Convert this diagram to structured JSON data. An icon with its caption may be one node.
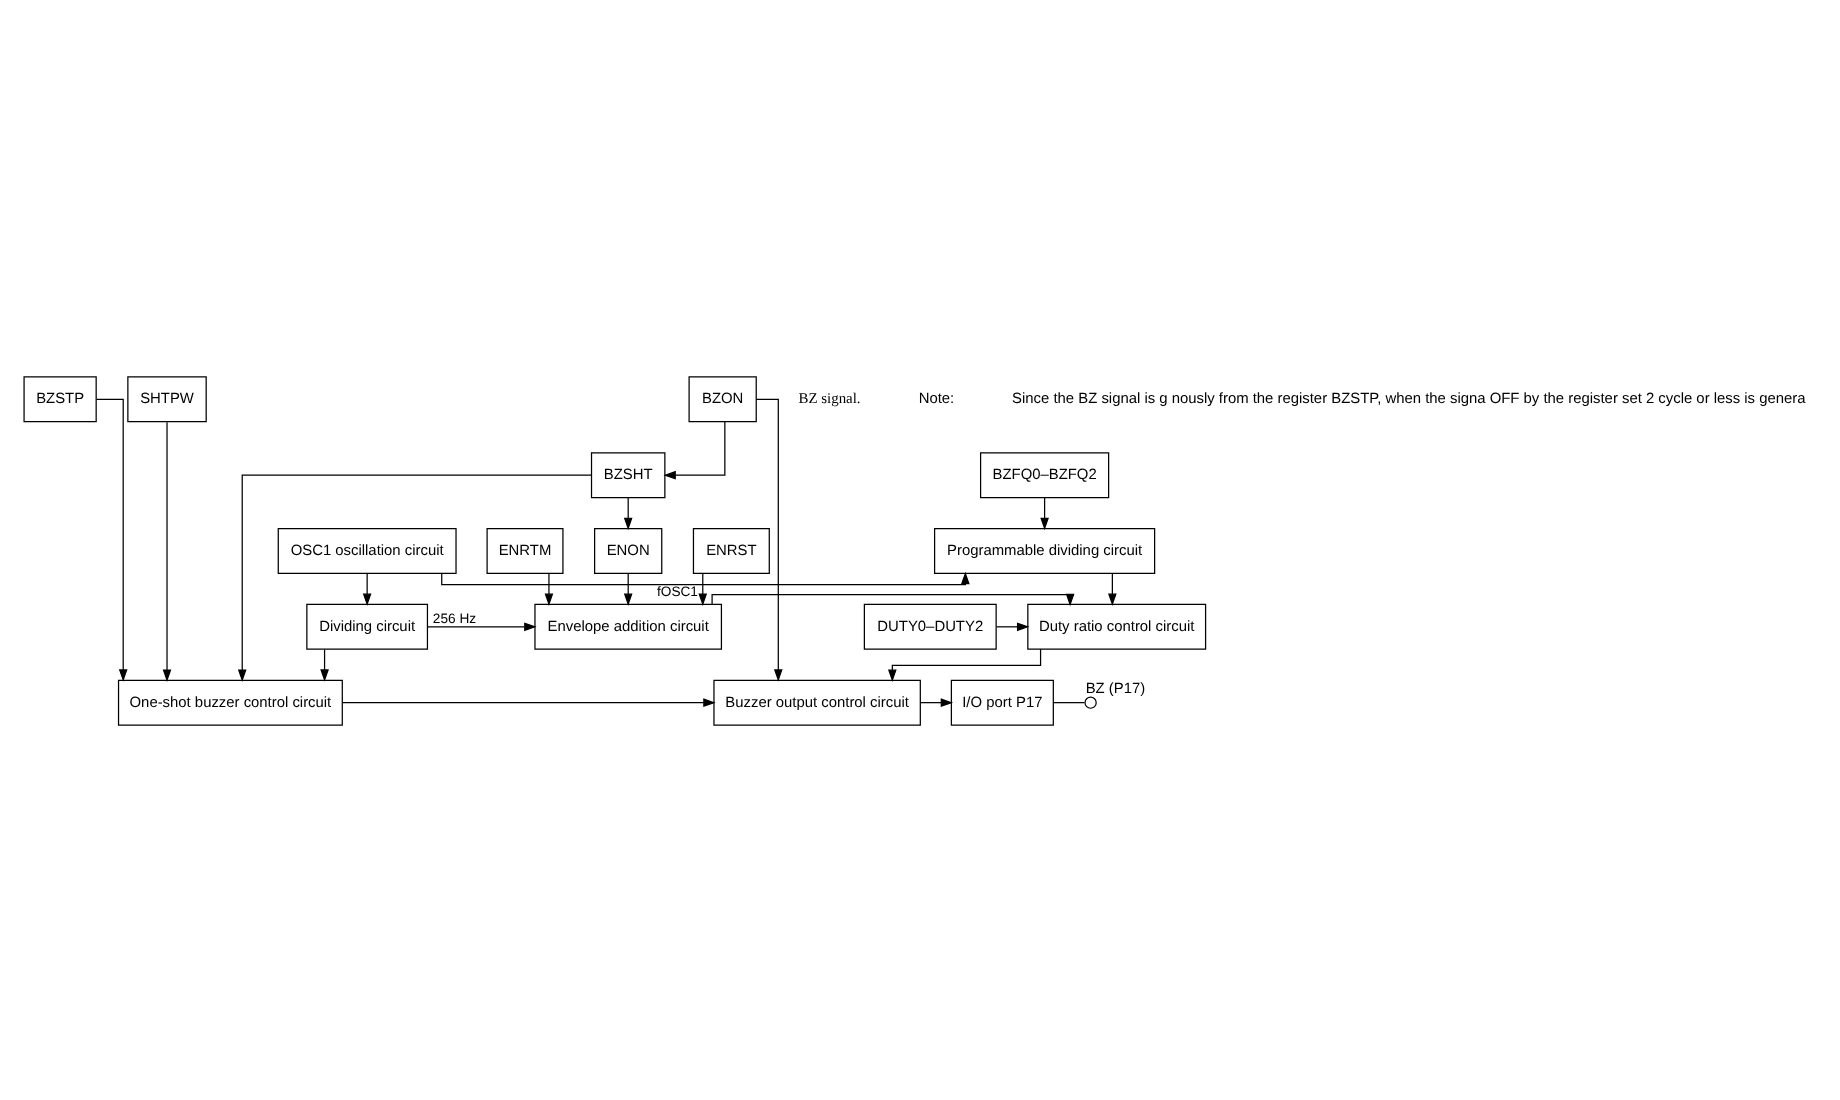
{
  "diagram": {
    "nodes": [
      {
        "text": [
          "BZFQ0–BZFQ2"
        ]
      },
      {
        "text": [
          "OSC1 oscillation circuit"
        ]
      },
      {
        "text": [
          "Programmable dividing circuit"
        ]
      },
      {
        "text": [
          "ENRST"
        ]
      },
      {
        "text": [
          "ENRTM"
        ]
      },
      {
        "text": [
          "Dividing circuit"
        ]
      },
      {
        "text": [
          "Envelope addition circuit"
        ]
      },
      {
        "text": [
          "Duty ratio control circuit"
        ]
      },
      {
        "text": [
          "DUTY0–DUTY2"
        ]
      },
      {
        "text": [
          "ENON"
        ]
      },
      {
        "text": [
          "BZSHT"
        ]
      },
      {
        "text": [
          "One-shot buzzer control circuit"
        ]
      },
      {
        "text": [
          "Buzzer output control circuit"
        ]
      },
      {
        "text": [
          "I/O port P17"
        ]
      },
      {
        "text": [],
        "shape": "circle",
        "beside": [
          "BZ (P17)"
        ]
      },
      {
        "text": [
          "BZSTP"
        ]
      },
      {
        "text": [
          "SHTPW"
        ]
      },
      {
        "text": [
          "BZON"
        ]
      }
    ],
    "edges": [
      {
        "from": 1,
        "to": 2,
        "arrow": "to",
        "label": "fOSC1"
      },
      {
        "from": 1,
        "to": 5,
        "arrow": "to"
      },
      {
        "from": 0,
        "to": 2,
        "arrow": "to"
      },
      {
        "from": 2,
        "to": 7,
        "arrow": "to"
      },
      {
        "from": 5,
        "to": 6,
        "arrow": "to",
        "label": "256 Hz"
      },
      {
        "from": 5,
        "to": 11,
        "arrow": "to"
      },
      {
        "from": 3,
        "to": 6,
        "arrow": "to"
      },
      {
        "from": 4,
        "to": 6,
        "arrow": "to"
      },
      {
        "from": 6,
        "to": 7,
        "arrow": "to"
      },
      {
        "from": 8,
        "to": 7,
        "arrow": "to"
      },
      {
        "from": 9,
        "to": 6,
        "arrow": "to"
      },
      {
        "from": 10,
        "to": 9,
        "arrow": "to"
      },
      {
        "from": 10,
        "to": 11,
        "arrow": "to"
      },
      {
        "from": 7,
        "to": 12,
        "arrow": "to"
      },
      {
        "from": 11,
        "to": 12,
        "arrow": "to"
      },
      {
        "from": 12,
        "to": 13,
        "arrow": "to"
      },
      {
        "from": 13,
        "to": 14,
        "arrow": "none"
      },
      {
        "from": 15,
        "to": 11,
        "arrow": "to"
      },
      {
        "from": 16,
        "to": 11,
        "arrow": "to"
      },
      {
        "from": 17,
        "to": 12,
        "arrow": "to"
      },
      {
        "from": 17,
        "to": 10,
        "arrow": "to"
      }
    ],
    "labels": [
      "BZ signal.",
      "Note:",
      "Since the BZ signal is g nously from the register BZSTP, when the signa OFF by the register set 2 cycle or less is genera"
    ]
  }
}
